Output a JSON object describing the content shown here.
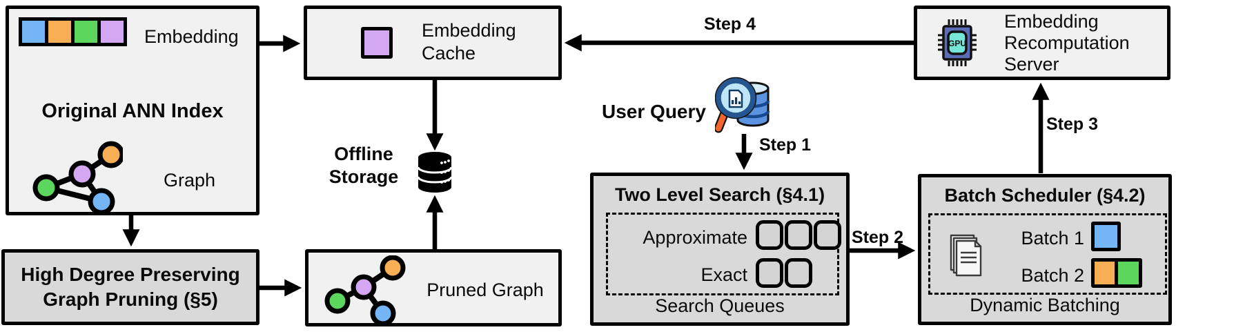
{
  "colors": {
    "blue": "#74b5f5",
    "orange": "#f8ae55",
    "green": "#5dd65d",
    "purple": "#d3a7f1",
    "box_light": "#f1f1f1",
    "box_dark": "#d9d9d9",
    "queue_fill": "#d4d4d4",
    "gpu_body": "#5b6cb5",
    "gpu_screen": "#77e6d8",
    "db_black": "#000000",
    "query_db_body": "#5b93e0",
    "query_db_top": "#d6ecfa",
    "query_db_band": "#17498f",
    "magnifier_rim": "#26568f",
    "magnifier_lens": "#bfe6f8",
    "magnifier_handle": "#f4642e"
  },
  "ann_index": {
    "embedding_label": "Embedding",
    "title": "Original ANN Index",
    "graph_label": "Graph"
  },
  "embedding_cache": {
    "title": "Embedding\nCache"
  },
  "offline_storage": {
    "label": "Offline\nStorage"
  },
  "user_query": {
    "label": "User Query"
  },
  "graph_pruning": {
    "title": "High Degree Preserving\nGraph Pruning (§5)"
  },
  "pruned_graph": {
    "label": "Pruned Graph"
  },
  "two_level_search": {
    "title": "Two Level Search (§4.1)",
    "approximate_label": "Approximate",
    "approximate_queue_count": 3,
    "exact_label": "Exact",
    "exact_queue_count": 2,
    "footer": "Search Queues"
  },
  "batch_scheduler": {
    "title": "Batch Scheduler (§4.2)",
    "batch1_label": "Batch 1",
    "batch2_label": "Batch 2",
    "footer": "Dynamic Batching"
  },
  "recomputation_server": {
    "title": "Embedding\nRecomputation\nServer",
    "gpu_label": "GPU"
  },
  "steps": {
    "step1": "Step 1",
    "step2": "Step 2",
    "step3": "Step 3",
    "step4": "Step 4"
  }
}
